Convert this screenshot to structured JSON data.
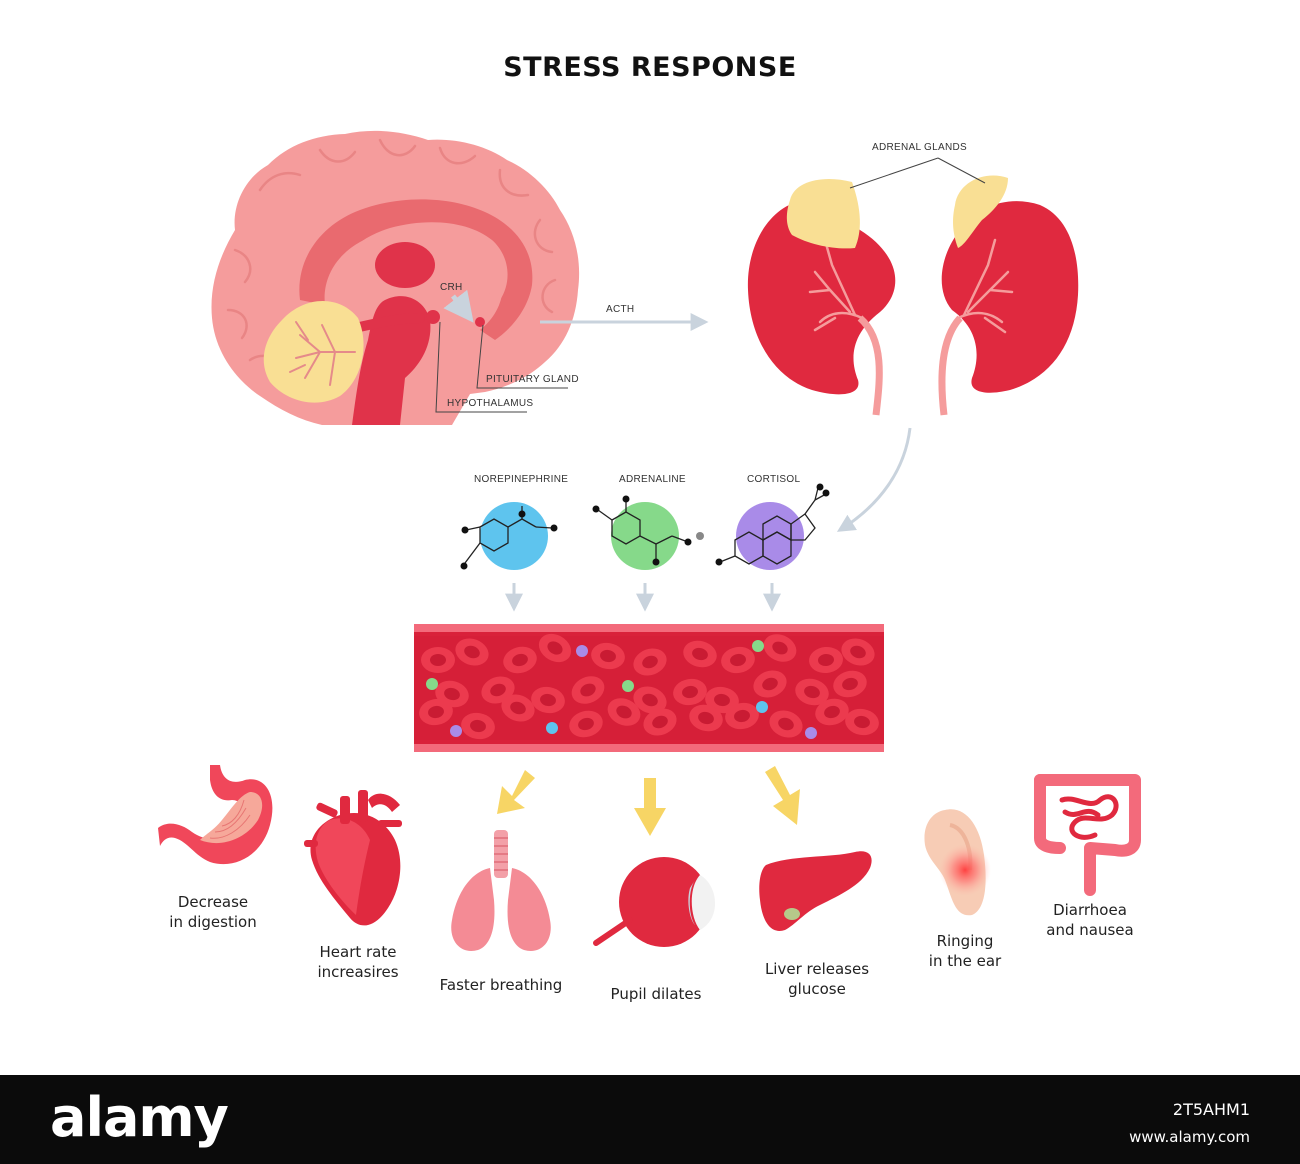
{
  "title": "STRESS RESPONSE",
  "brain_labels": {
    "crh": "CRH",
    "pituitary": "PITUITARY GLAND",
    "hypothalamus": "HYPOTHALAMUS"
  },
  "acth": "ACTH",
  "adrenal_label": "ADRENAL GLANDS",
  "hormones": [
    {
      "label": "NOREPINEPHRINE",
      "color": "#5ec4ee"
    },
    {
      "label": "ADRENALINE",
      "color": "#86d98a"
    },
    {
      "label": "CORTISOL",
      "color": "#a98be8"
    }
  ],
  "effects": [
    {
      "line1": "Decrease",
      "line2": "in digestion",
      "icon": "stomach-icon"
    },
    {
      "line1": "Heart rate",
      "line2": "increasires",
      "icon": "heart-icon"
    },
    {
      "line1": "Faster breathing",
      "line2": "",
      "icon": "lungs-icon"
    },
    {
      "line1": "Pupil dilates",
      "line2": "",
      "icon": "eye-icon"
    },
    {
      "line1": "Liver releases",
      "line2": "glucose",
      "icon": "liver-icon"
    },
    {
      "line1": "Ringing",
      "line2": "in the ear",
      "icon": "ear-icon"
    },
    {
      "line1": "Diarrhoea",
      "line2": "and nausea",
      "icon": "intestine-icon"
    }
  ],
  "colors": {
    "brain_pink": "#f59c9c",
    "brain_dark": "#e0334a",
    "kidney_red": "#e0293f",
    "adrenal_yellow": "#f9df94",
    "vessel_red": "#d9213a",
    "cell_red": "#ec3a4e",
    "arrow_gray": "#c9d3dd",
    "arrow_yellow": "#f7d565"
  },
  "watermark": {
    "logo": "alamy",
    "image_id": "2T5AHM1",
    "site": "www.alamy.com"
  }
}
